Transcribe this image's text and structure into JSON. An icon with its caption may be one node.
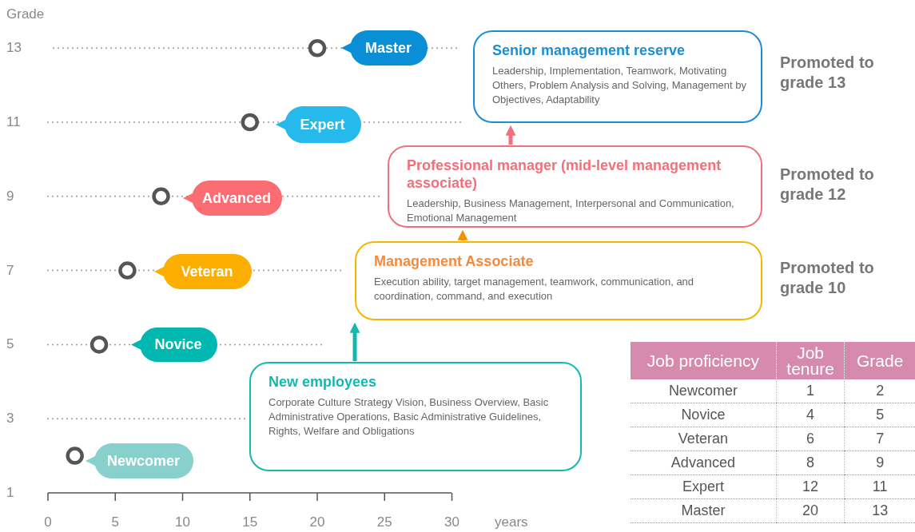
{
  "diagram": {
    "nodes": [
      {
        "text": [
          "Master"
        ]
      },
      {
        "text": [
          "Senior management reserve",
          "Leadership, Implementation, Teamwork, Motivating Others, Problem Analysis and Solving, Management by Objectives, Adaptability"
        ],
        "beside": [
          "Promoted to grade 13"
        ]
      },
      {
        "text": [
          "Expert"
        ]
      },
      {
        "text": [
          "Professional manager (mid-level management associate)",
          "Leadership, Business Management, Interpersonal and Communication, Emotional Management"
        ],
        "beside": [
          "Promoted to grade 12"
        ]
      },
      {
        "text": [
          "Advanced"
        ]
      },
      {
        "text": [
          "Management Associate",
          "Execution ability, target management, teamwork, communication, and coordination, command, and execution"
        ],
        "beside": [
          "Promoted to grade 10"
        ]
      },
      {
        "text": [
          "Veteran"
        ]
      },
      {
        "text": [
          "Novice"
        ]
      },
      {
        "text": [
          "New employees",
          "Corporate Culture Strategy Vision, Business Overview, Basic Administrative Operations, Basic Administrative Guidelines, Rights, Welfare and Obligations"
        ]
      },
      {
        "text": [
          "Newcomer"
        ]
      }
    ],
    "edges": [
      {
        "from": 8,
        "to": 5,
        "arrow": "to",
        "color": "#14b8b0"
      },
      {
        "from": 5,
        "to": 3,
        "arrow": "to",
        "color": "#f39200"
      },
      {
        "from": 3,
        "to": 1,
        "arrow": "to",
        "color": "#f56f7a"
      }
    ],
    "labels": [
      "Grade",
      "13",
      "11",
      "9",
      "7",
      "5",
      "3",
      "1",
      "0",
      "5",
      "10",
      "15",
      "20",
      "25",
      "30",
      "years",
      "Job proficiency",
      "Job tenure",
      "Grade",
      "Newcomer",
      "1",
      "2",
      "Novice",
      "4",
      "5",
      "Veteran",
      "6",
      "7",
      "Advanced",
      "8",
      "9",
      "Expert",
      "12",
      "11",
      "Master",
      "20",
      "13"
    ]
  }
}
